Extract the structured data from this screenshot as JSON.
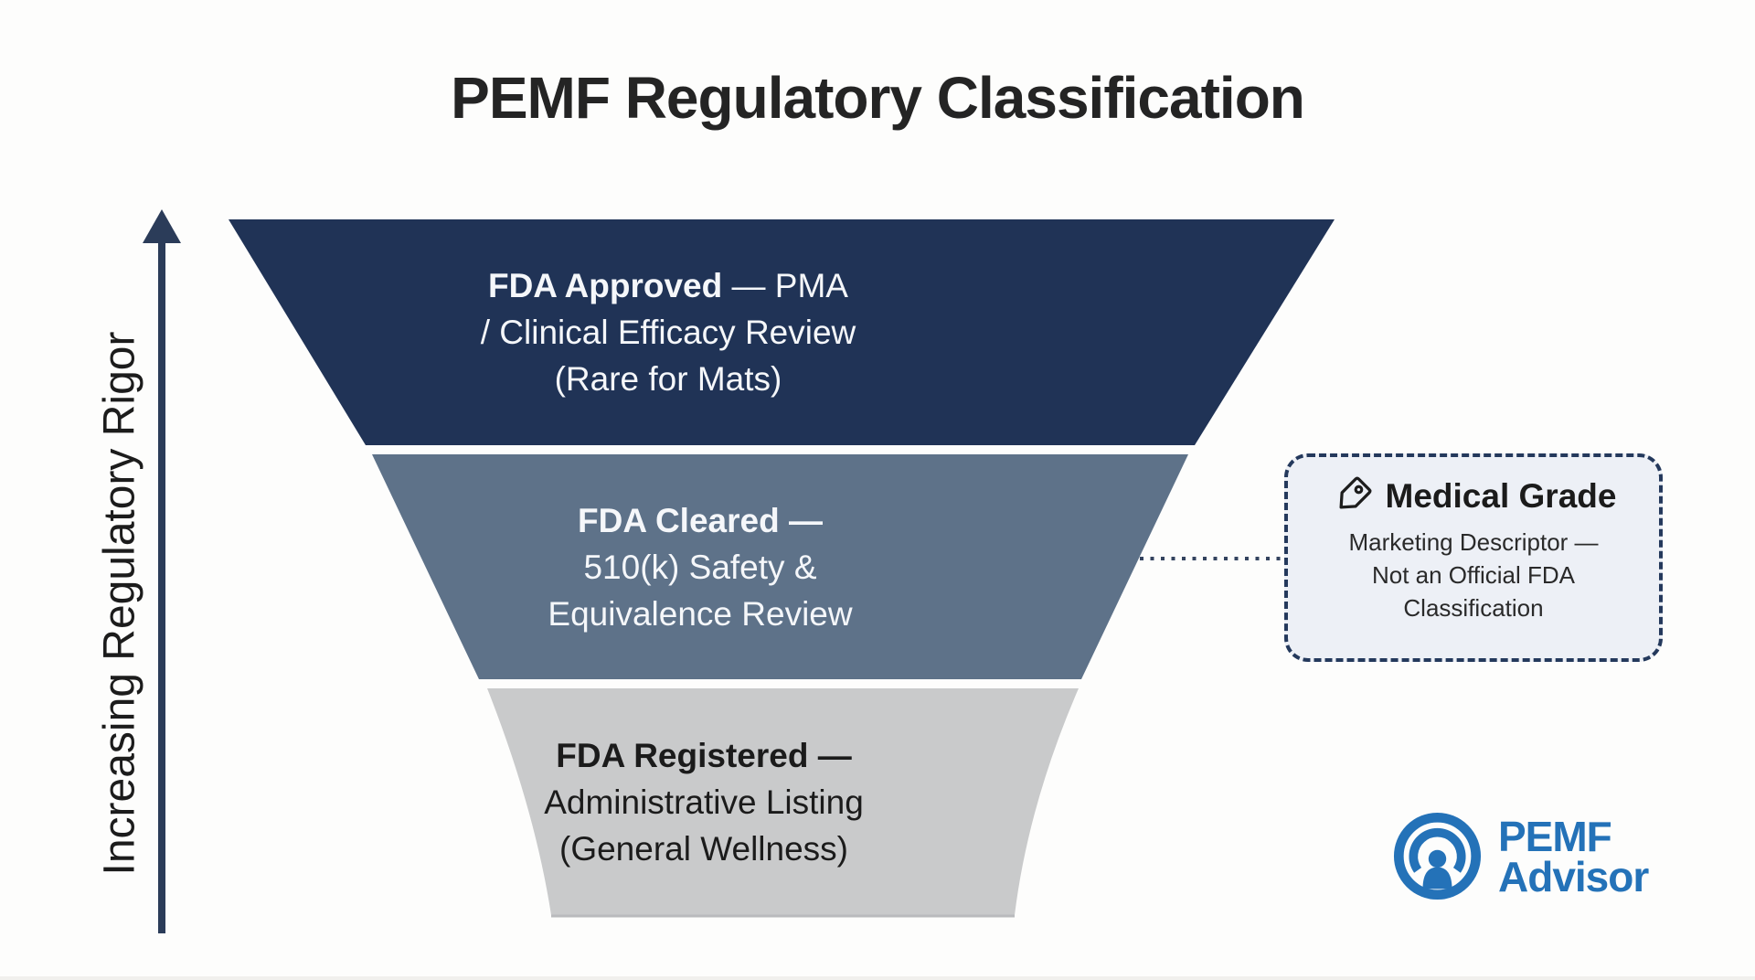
{
  "title": "PEMF Regulatory Classification",
  "axis_label": "Increasing Regulatory Rigor",
  "funnel": {
    "tiers": [
      {
        "id": "fda-approved",
        "bold": "FDA Approved",
        "rest": " — PMA",
        "lines": [
          "/ Clinical Efficacy Review",
          "(Rare for Mats)"
        ],
        "fill": "#203356"
      },
      {
        "id": "fda-cleared",
        "bold": "FDA Cleared —",
        "rest": "",
        "lines": [
          "510(k) Safety &",
          "Equivalence Review"
        ],
        "fill": "#5e7289"
      },
      {
        "id": "fda-registered",
        "bold": "FDA Registered —",
        "rest": "",
        "lines": [
          "Administrative Listing",
          "(General Wellness)"
        ],
        "fill": "#c9cacb"
      }
    ]
  },
  "callout": {
    "icon": "tag-icon",
    "title": "Medical Grade",
    "body_lines": [
      "Marketing Descriptor —",
      "Not an Official FDA",
      "Classification"
    ]
  },
  "logo": {
    "name_top": "PEMF",
    "name_bottom": "Advisor"
  },
  "colors": {
    "background": "#fdfdfc",
    "title_text": "#242424",
    "tier1_fill": "#203356",
    "tier2_fill": "#5e7289",
    "tier3_fill": "#c9cacb",
    "tier_light_text": "#f5f7fa",
    "tier_dark_text": "#1b1b1b",
    "axis_arrow": "#2b3c59",
    "connector": "#34435f",
    "callout_border": "#24395c",
    "callout_bg": "#edf0f6",
    "icon_dark": "#1d1d1d",
    "logo_blue": "#2472b8",
    "funnel_bottom_shadow": "#b9babd"
  }
}
